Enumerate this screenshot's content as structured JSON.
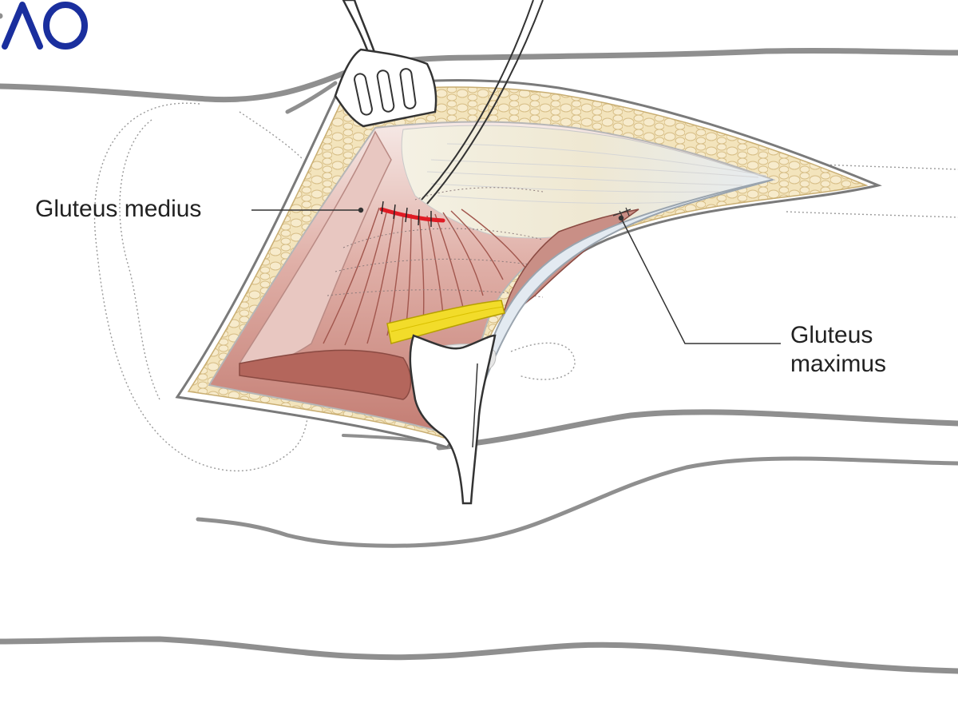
{
  "labels": {
    "gluteus_medius": "Gluteus medius",
    "gluteus_maximus_line1": "Gluteus",
    "gluteus_maximus_line2": "maximus"
  },
  "logo": {
    "text": "AO",
    "color": "#1a2f9e"
  },
  "colors": {
    "skin_outline": "#8c8c8c",
    "fat_layer": "#f1e2b8",
    "fascia": "#e9eef3",
    "muscle": "#d9a39a",
    "muscle_dark": "#a8564c",
    "nerve": "#f2dc2a",
    "incision_mark": "#e01b24"
  },
  "icons": {
    "retractor_top": "fork-retractor",
    "retractor_bottom": "blunt-retractor"
  }
}
